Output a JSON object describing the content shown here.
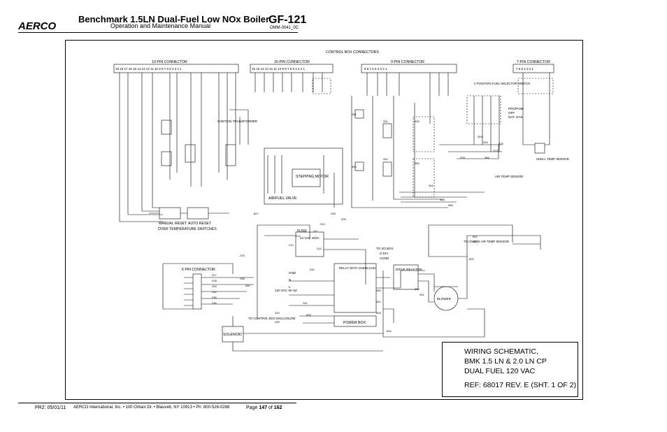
{
  "header": {
    "logo_text": "AERCO",
    "title": "Benchmark 1.5LN Dual-Fuel Low NOx Boiler",
    "subtitle": "Operation and Maintenance Manual",
    "doc_number": "GF-121",
    "doc_revision": "OMM-0041_0C"
  },
  "footer": {
    "pr": "PR2: 05/01/11",
    "address": "AERCO International, Inc. • 100 Oritani Dr. • Blauvelt, NY 10913 • Ph: 800-526-0288",
    "page_prefix": "Page",
    "page_current": "147",
    "page_of": "of",
    "page_total": "162"
  },
  "diagram": {
    "control_box_title": "CONTROL BOX CONNECTORS",
    "connectors": {
      "c19": "19-PIN CONNECTOR",
      "c16": "16-PIN CONNECTOR",
      "c9": "9-PIN CONNECTOR",
      "c7": "7-PIN CONNECTOR",
      "c6": "6 PIN CONNECTOR"
    },
    "pins": {
      "c19": "19 18 17   16 15 14 13   12 11 10  9   8  7  6  5 4  3  2  1",
      "c16": "16 15 14 13 12 11 10  9  8  7  6  5  4  3  2  1",
      "c9": "9     8     7     6          5  4  3  2  1",
      "c7": "7  6  5  4  3  2  1"
    },
    "components": {
      "ignition_transformer": "IGNITION TRANSFORMER",
      "stepping_motor": "STEPPING MOTOR",
      "air_fuel_valve": "AIR/FUEL VALVE",
      "manual_reset": "MANUAL RESET",
      "auto_reset": "AUTO RESET",
      "over_temp": "OVER TEMPERATURE SWITCHES",
      "fuse": "FUSE",
      "transformer_24vac": "24 VAC 40VA",
      "relay": "RELAY WITH OVERLOAD",
      "power_box": "POWER BOX",
      "solenoid": "SOLENOID",
      "drive_reactor": "DRIVE REACTOR",
      "blower": "BLOWER",
      "shell_temp": "SHELL TEMP SENSOR",
      "air_temp": "AIR TEMP SENSOR",
      "to_io_box": "TO I/O BOX",
      "to_io_air": "TO I/O BOX AIR TEMP SENSOR",
      "io_0_10v": "0-10V",
      "io_agnd": "AGND",
      "to_control_box": "TO CONTROL BOX ENCLOSURE",
      "two_pos_switch": "2 POSITION FUEL SELECTOR SWITCH",
      "propane": "PROPANE",
      "off": "OFF",
      "nat_gas": "NAT. GAS",
      "vac_120": "120 VAC 60 HZ",
      "gnd": "GND",
      "n": "N",
      "l": "L"
    },
    "wire_numbers": [
      "208",
      "209",
      "210",
      "211",
      "212",
      "213",
      "214",
      "215",
      "227",
      "228",
      "230",
      "232",
      "235",
      "236",
      "238",
      "240",
      "242",
      "243",
      "244",
      "245",
      "250",
      "251",
      "260",
      "261",
      "263",
      "264",
      "281",
      "300",
      "331",
      "332",
      "333",
      "350",
      "351",
      "358",
      "365",
      "366",
      "373",
      "375",
      "378",
      "601",
      "602",
      "603",
      "604",
      "605",
      "606",
      "607"
    ]
  },
  "title_block": {
    "line1": "WIRING SCHEMATIC,",
    "line2": "BMK 1.5 LN & 2.0 LN CP",
    "line3": "DUAL FUEL 120 VAC",
    "line4": "REF: 68017 REV. E (SHT. 1 OF 2)"
  }
}
